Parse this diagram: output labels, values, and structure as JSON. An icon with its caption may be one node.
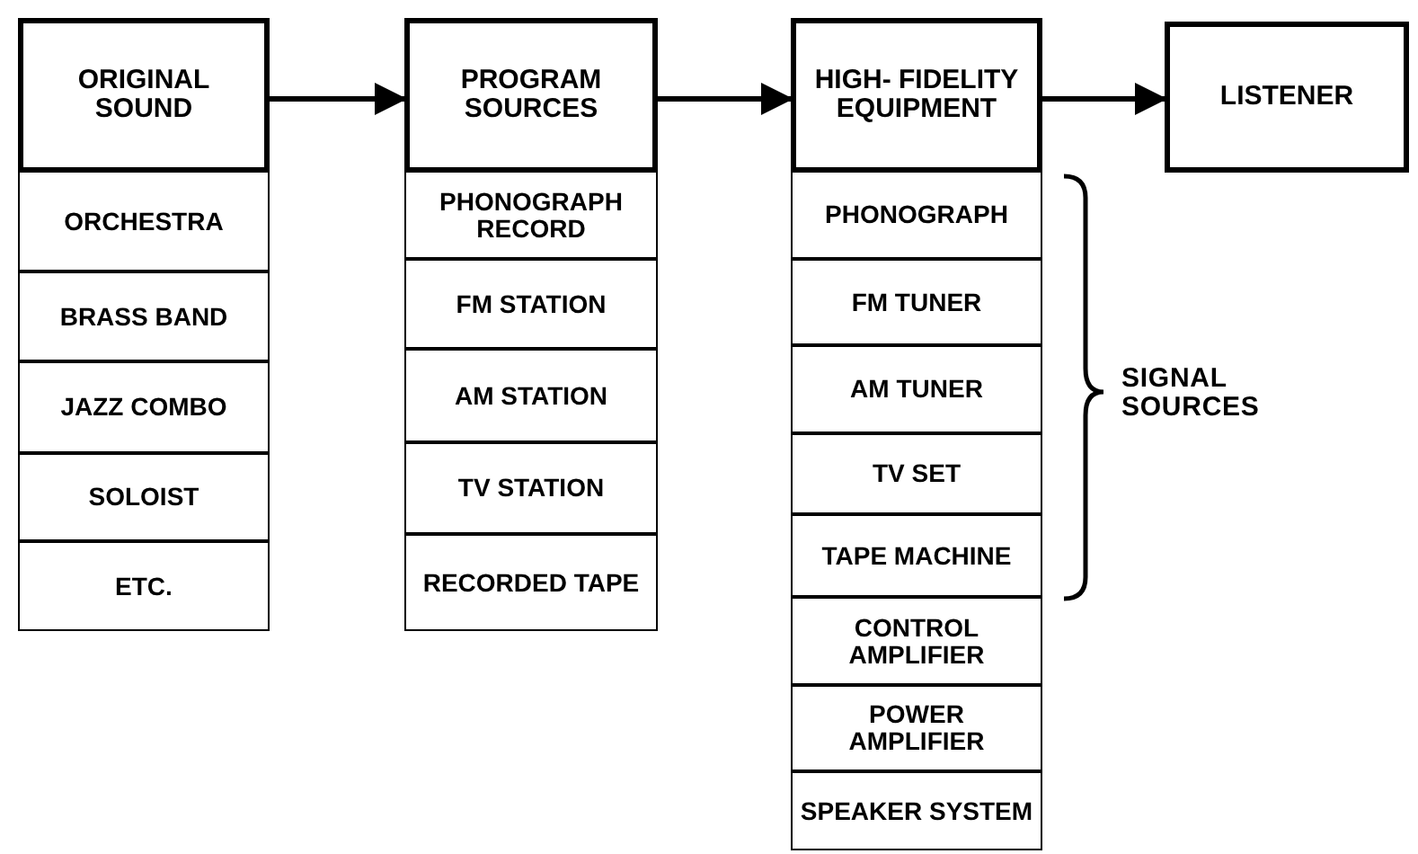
{
  "diagram": {
    "nodes": [
      {
        "text": [
          "ORIGINAL SOUND"
        ]
      },
      {
        "text": [
          "ORCHESTRA"
        ]
      },
      {
        "text": [
          "BRASS BAND"
        ]
      },
      {
        "text": [
          "JAZZ COMBO"
        ]
      },
      {
        "text": [
          "SOLOIST"
        ]
      },
      {
        "text": [
          "ETC."
        ]
      },
      {
        "text": [
          "PROGRAM SOURCES"
        ]
      },
      {
        "text": [
          "PHONOGRAPH RECORD"
        ]
      },
      {
        "text": [
          "FM STATION"
        ]
      },
      {
        "text": [
          "AM STATION"
        ]
      },
      {
        "text": [
          "TV STATION"
        ]
      },
      {
        "text": [
          "RECORDED TAPE"
        ]
      },
      {
        "text": [
          "HIGH- FIDELITY EQUIPMENT"
        ]
      },
      {
        "text": [
          "PHONOGRAPH"
        ]
      },
      {
        "text": [
          "FM TUNER"
        ]
      },
      {
        "text": [
          "AM TUNER"
        ]
      },
      {
        "text": [
          "TV SET"
        ]
      },
      {
        "text": [
          "TAPE MACHINE"
        ]
      },
      {
        "text": [
          "CONTROL AMPLIFIER"
        ]
      },
      {
        "text": [
          "POWER AMPLIFIER"
        ]
      },
      {
        "text": [
          "SPEAKER SYSTEM"
        ]
      },
      {
        "text": [
          "LISTENER"
        ]
      }
    ],
    "edges": [
      {
        "from": 0,
        "to": 6,
        "arrow": "to"
      },
      {
        "from": 6,
        "to": 12,
        "arrow": "to"
      },
      {
        "from": 12,
        "to": 21,
        "arrow": "to"
      }
    ],
    "labels": [
      "SIGNAL SOURCES"
    ]
  }
}
